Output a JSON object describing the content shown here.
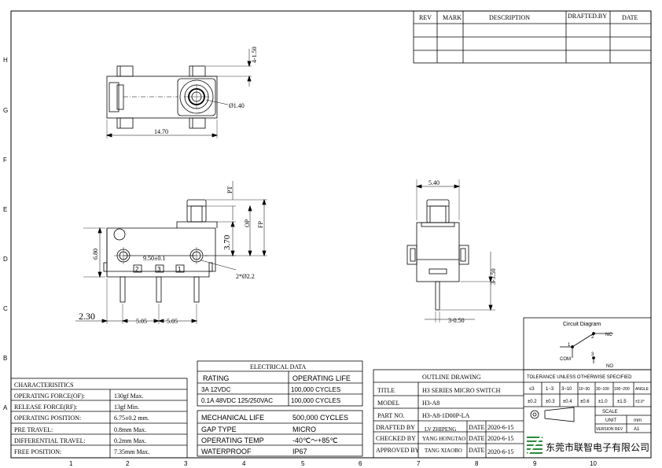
{
  "border": {
    "cols": [
      "1",
      "2",
      "3",
      "4",
      "5",
      "6",
      "7",
      "8",
      "9",
      "10"
    ],
    "rows": [
      "H",
      "G",
      "F",
      "E",
      "D",
      "C",
      "B",
      "A"
    ]
  },
  "revision_table": {
    "headers": [
      "REV",
      "MARK",
      "DESCRIPTION",
      "DRAFTED.BY",
      "DATE"
    ]
  },
  "top_view": {
    "dim_width": "14.70",
    "dim_height": "4-1.50",
    "dim_hole": "Ø1.40"
  },
  "front_view": {
    "dim_height": "6.80",
    "dim_pitch_holes": "9.50±0.1",
    "dim_op": "3.70",
    "dim_hole_dia": "2*Ø2.2",
    "dim_left": "2.30",
    "dim_pin_pitch_1": "5.05",
    "dim_pin_pitch_2": "5.05",
    "label_pt": "PT",
    "label_op": "OP",
    "label_fp": "FP",
    "terminals": [
      "2",
      "3",
      "1"
    ]
  },
  "side_view": {
    "dim_width": "5.40",
    "dim_pin": "3-3.50",
    "dim_pin_w": "3-0.50"
  },
  "circuit_diagram": {
    "title": "Circuit Diagram",
    "nc": "NC",
    "com": "COM",
    "no": "NO",
    "pin1": "1",
    "pin2": "2",
    "pin3": "3"
  },
  "characteristics": {
    "title": "CHARACTERISITICS",
    "rows": [
      {
        "label": "OPERATING FORCE(OF):",
        "value": "130gf Max."
      },
      {
        "label": "RELEASE FORCE(RF):",
        "value": "13gf Min."
      },
      {
        "label": "OPERATING POSITION:",
        "value": "6.75±0.2 mm."
      },
      {
        "label": "PRE TRAVEL:",
        "value": "0.8mm Max."
      },
      {
        "label": "DIFFERENTIAL TRAVEL:",
        "value": "0.2mm Max."
      },
      {
        "label": "FREE POSITION:",
        "value": "7.35mm Max."
      }
    ]
  },
  "electrical": {
    "title": "ELECTRICAL DATA",
    "headers": [
      "RATING",
      "OPERATING LIFE"
    ],
    "rows": [
      {
        "rating": "3A 12VDC",
        "life": "100,000 CYCLES"
      },
      {
        "rating": "0.1A 48VDC 125/250VAC",
        "life": "100,000 CYCLES"
      }
    ],
    "specs": [
      {
        "label": "MECHANICAL LIFE",
        "value": "500,000 CYCLES"
      },
      {
        "label": "GAP TYPE",
        "value": "MICRO"
      },
      {
        "label": "OPERATING TEMP",
        "value": "-40℃～+85℃"
      },
      {
        "label": "WATERPROOF",
        "value": "IP67"
      }
    ]
  },
  "title_block": {
    "heading": "OUTLINE DRAWING",
    "title_label": "TITLE",
    "title_value": "H3 SERIES MICRO SWITCH",
    "model_label": "MODEL",
    "model_value": "H3-A8",
    "part_label": "PART NO.",
    "part_value": "H3-A8-1D00P-LA",
    "drafted_label": "DRAFTED BY",
    "drafted_value": "LV ZHIPENG",
    "checked_label": "CHECKED BY",
    "checked_value": "YANG HONGTAO",
    "approved_label": "APPROVED BY",
    "approved_value": "TANG XIAOBO",
    "date_label": "DATE",
    "date_value": "2020-6-15",
    "company": "东莞市联智电子有限公司"
  },
  "tolerance": {
    "heading": "TOLERANCE UNLESS OTHERWISE SPECIFIED",
    "ranges": [
      "≤3",
      "1~3",
      "3~10",
      "10~30",
      "30~100",
      "100~200",
      "ANGLE"
    ],
    "values": [
      "±0.2",
      "±0.3",
      "±0.4",
      "±0.6",
      "±1.0",
      "±1.5",
      "±3.0°"
    ],
    "scale_label": "SCALE",
    "unit_label": "UNIT",
    "unit_value": "mm",
    "version_label": "VERSION REV",
    "version_value": "A1"
  },
  "colors": {
    "line": "#000000",
    "logo_green": "#2e8b3a"
  }
}
